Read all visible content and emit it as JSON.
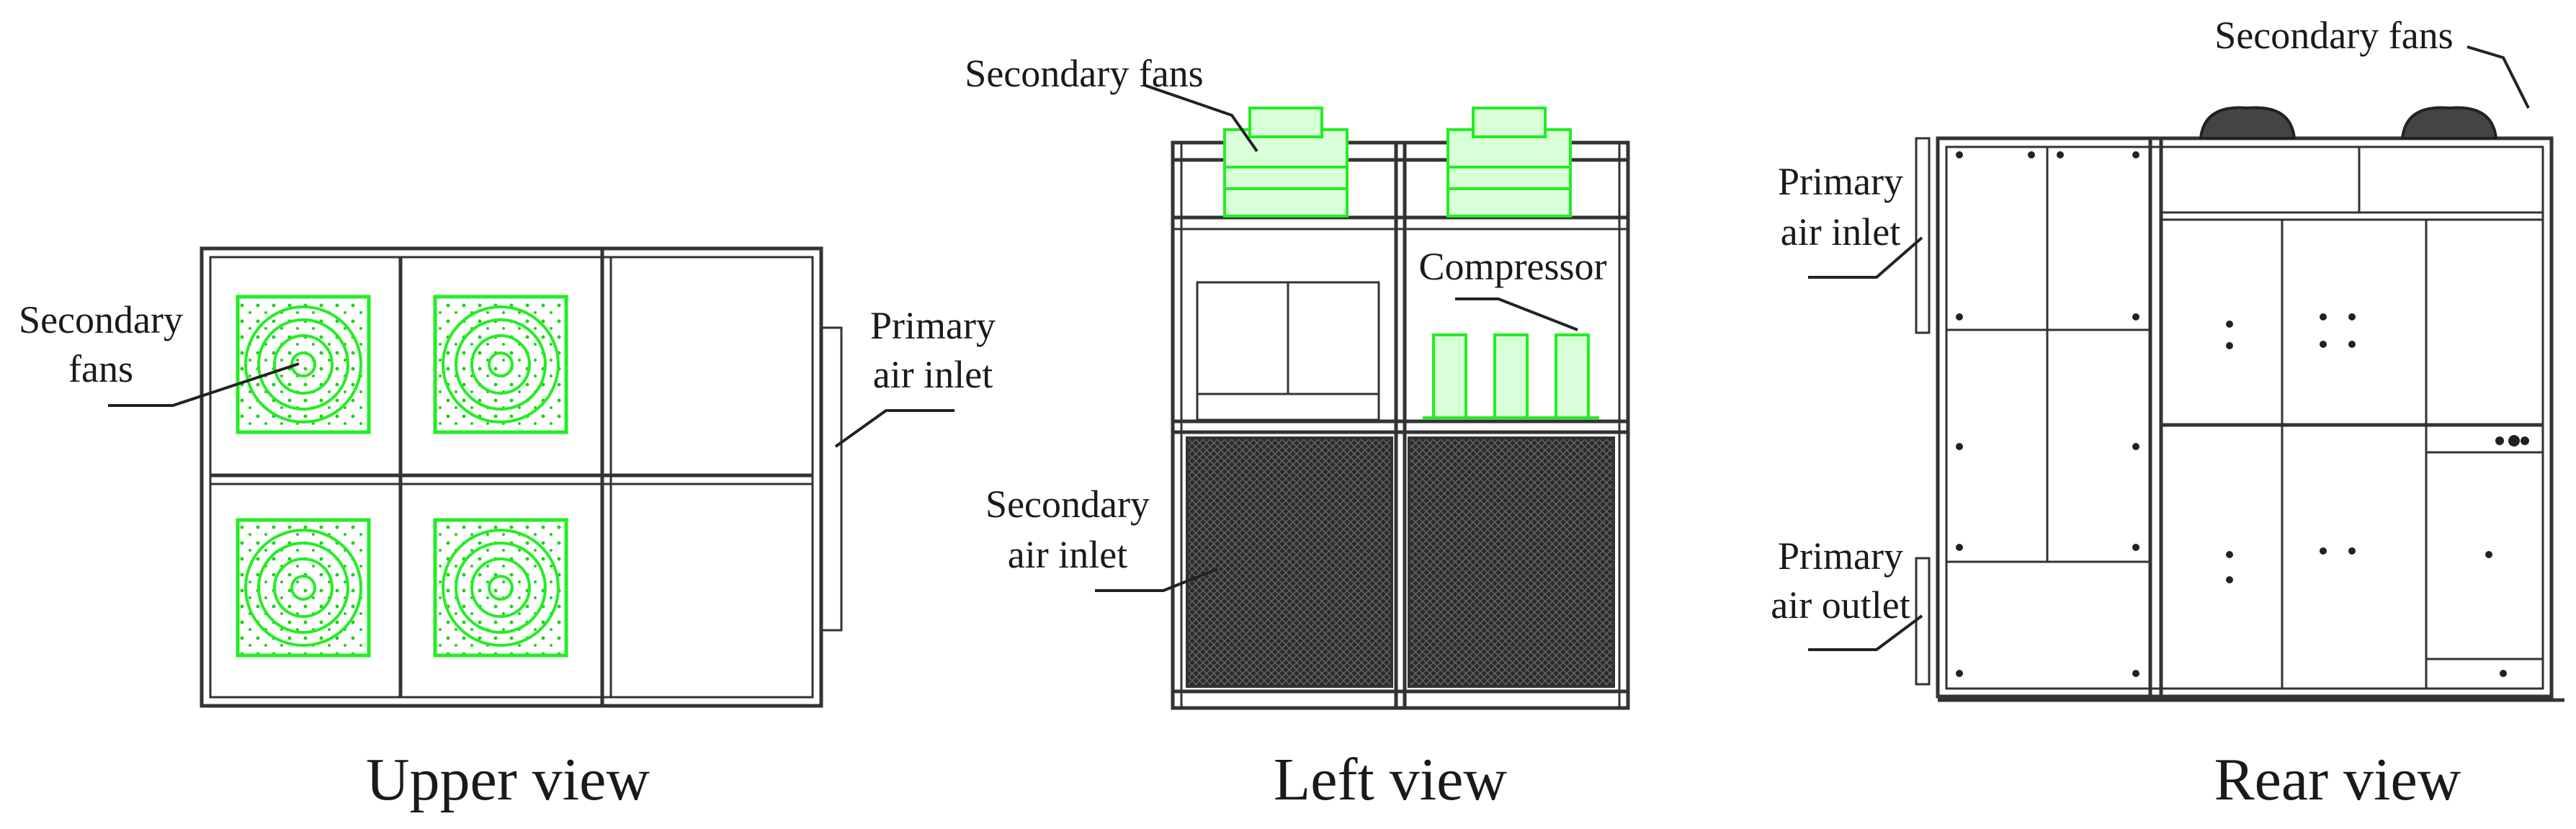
{
  "views": {
    "upper": {
      "title": "Upper view",
      "label_fans_line1": "Secondary",
      "label_fans_line2": "fans",
      "label_inlet_line1": "Primary",
      "label_inlet_line2": "air inlet"
    },
    "left": {
      "title": "Left view",
      "label_fans": "Secondary fans",
      "label_compressor": "Compressor",
      "label_inlet_line1": "Secondary",
      "label_inlet_line2": "air inlet"
    },
    "rear": {
      "title": "Rear view",
      "label_fans": "Secondary fans",
      "label_inlet_line1": "Primary",
      "label_inlet_line2": "air inlet",
      "label_outlet_line1": "Primary",
      "label_outlet_line2": "air outlet"
    }
  },
  "colors": {
    "fan_green": "#22ee22",
    "line": "#333333",
    "mesh": "#2b2b2b"
  }
}
